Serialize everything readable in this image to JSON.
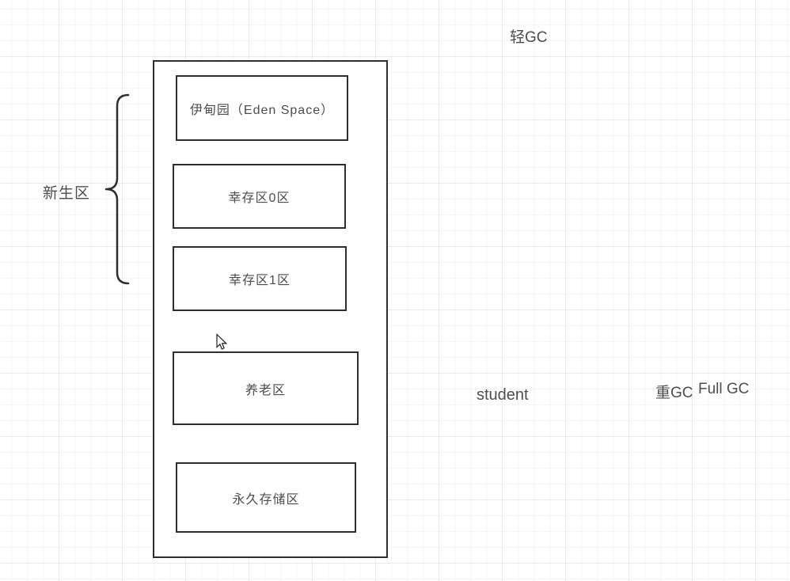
{
  "colors": {
    "background": "#ffffff",
    "grid_minor": "#f5f5f5",
    "grid_major": "#e9e9e9",
    "shape_stroke": "#2e2e2e",
    "text": "#4d4d4d"
  },
  "diagram": {
    "boxes": [
      {
        "label": "伊甸园（Eden Space）"
      },
      {
        "label": "幸存区0区"
      },
      {
        "label": "幸存区1区"
      },
      {
        "label": "养老区"
      },
      {
        "label": "永久存储区"
      }
    ],
    "brace_label": "新生区"
  },
  "annotations": {
    "light_gc": "轻GC",
    "student": "student",
    "heavy_gc": "重GC",
    "full_gc": "Full GC"
  }
}
